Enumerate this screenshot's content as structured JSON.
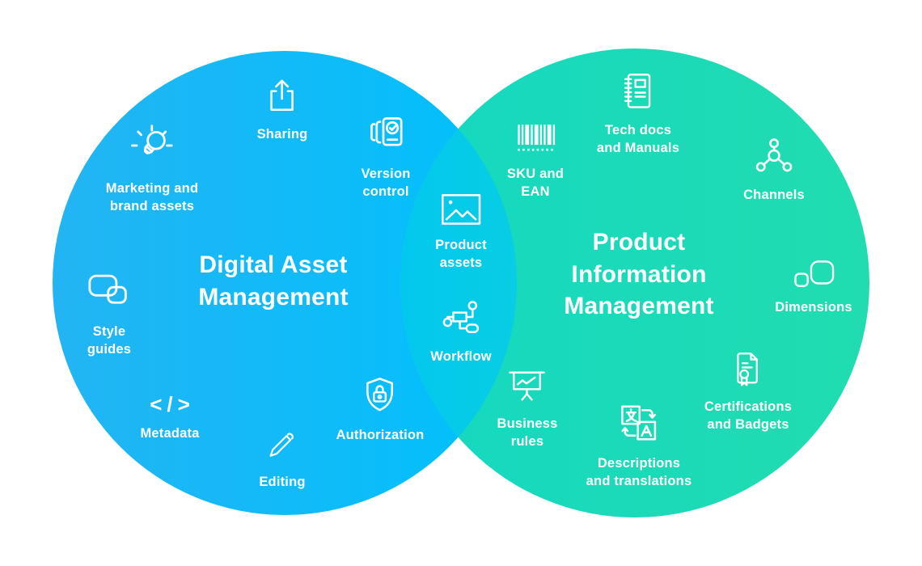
{
  "colors": {
    "background": "#ffffff",
    "left_circle_start": "#23b4f3",
    "left_circle_end": "#00c1fc",
    "right_circle_start": "#14d8c1",
    "right_circle_end": "#21dcb0",
    "overlap_start": "#03c8ee",
    "overlap_end": "#18dcc2",
    "text": "#ffffff"
  },
  "venn": {
    "left": {
      "title": "Digital Asset\nManagement",
      "items": [
        {
          "label": "Sharing",
          "icon": "upload-icon"
        },
        {
          "label": "Version\ncontrol",
          "icon": "version-control-icon"
        },
        {
          "label": "Marketing and\nbrand assets",
          "icon": "lightbulb-icon"
        },
        {
          "label": "Style\nguides",
          "icon": "style-guides-icon"
        },
        {
          "label": "Metadata",
          "icon": "code-icon",
          "glyph": "</>"
        },
        {
          "label": "Editing",
          "icon": "pen-icon"
        },
        {
          "label": "Authorization",
          "icon": "shield-lock-icon"
        }
      ]
    },
    "overlap": {
      "items": [
        {
          "label": "Product\nassets",
          "icon": "image-icon"
        },
        {
          "label": "Workflow",
          "icon": "workflow-icon"
        }
      ]
    },
    "right": {
      "title": "Product\nInformation\nManagement",
      "items": [
        {
          "label": "SKU and\nEAN",
          "icon": "barcode-icon"
        },
        {
          "label": "Tech docs\nand Manuals",
          "icon": "notebook-icon"
        },
        {
          "label": "Channels",
          "icon": "network-icon"
        },
        {
          "label": "Dimensions",
          "icon": "shapes-icon"
        },
        {
          "label": "Certifications\nand Badgets",
          "icon": "certificate-icon"
        },
        {
          "label": "Descriptions\nand translations",
          "icon": "translate-icon"
        },
        {
          "label": "Business\nrules",
          "icon": "presentation-icon"
        }
      ]
    }
  }
}
